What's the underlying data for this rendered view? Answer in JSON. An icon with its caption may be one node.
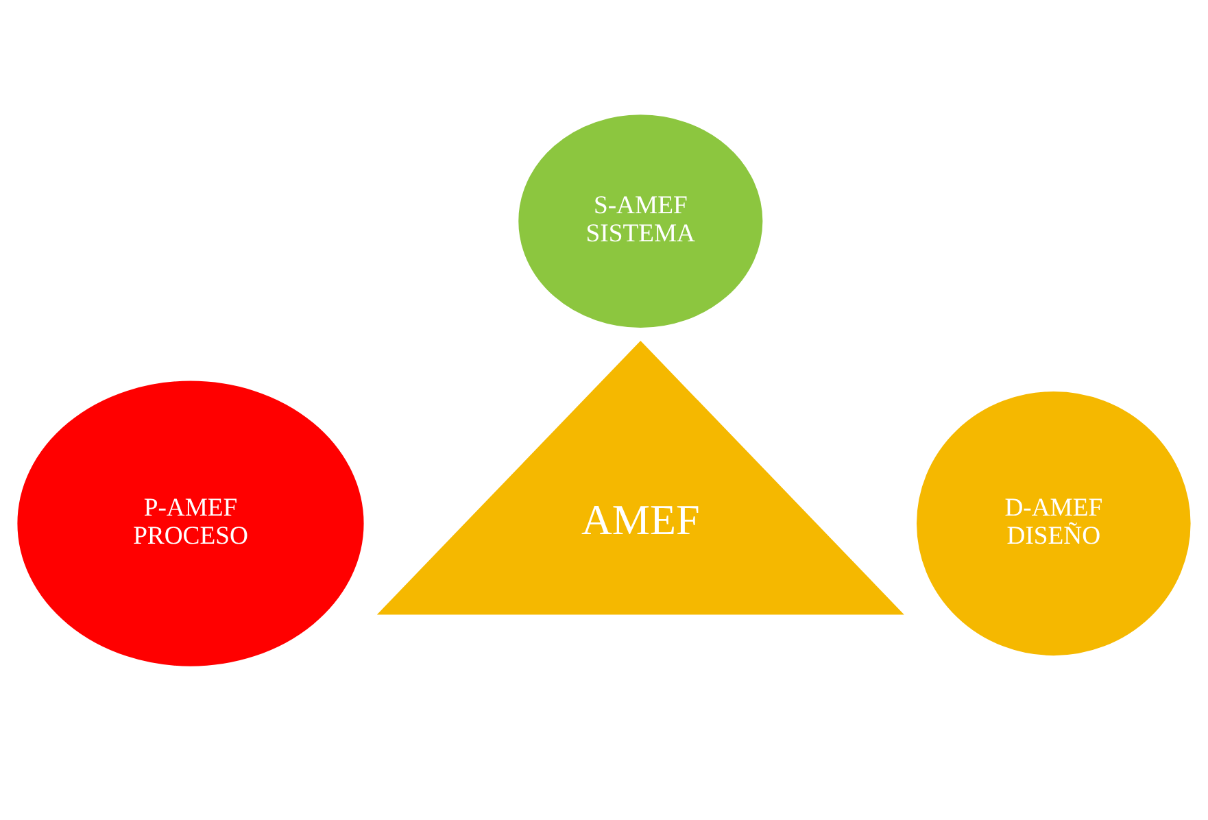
{
  "diagram": {
    "nodes": [
      {
        "text": [
          "S-AMEF",
          "SISTEMA"
        ]
      },
      {
        "text": [
          "AMEF"
        ]
      },
      {
        "text": [
          "P-AMEF",
          "PROCESO"
        ]
      },
      {
        "text": [
          "D-AMEF",
          "DISEÑO"
        ]
      }
    ]
  }
}
